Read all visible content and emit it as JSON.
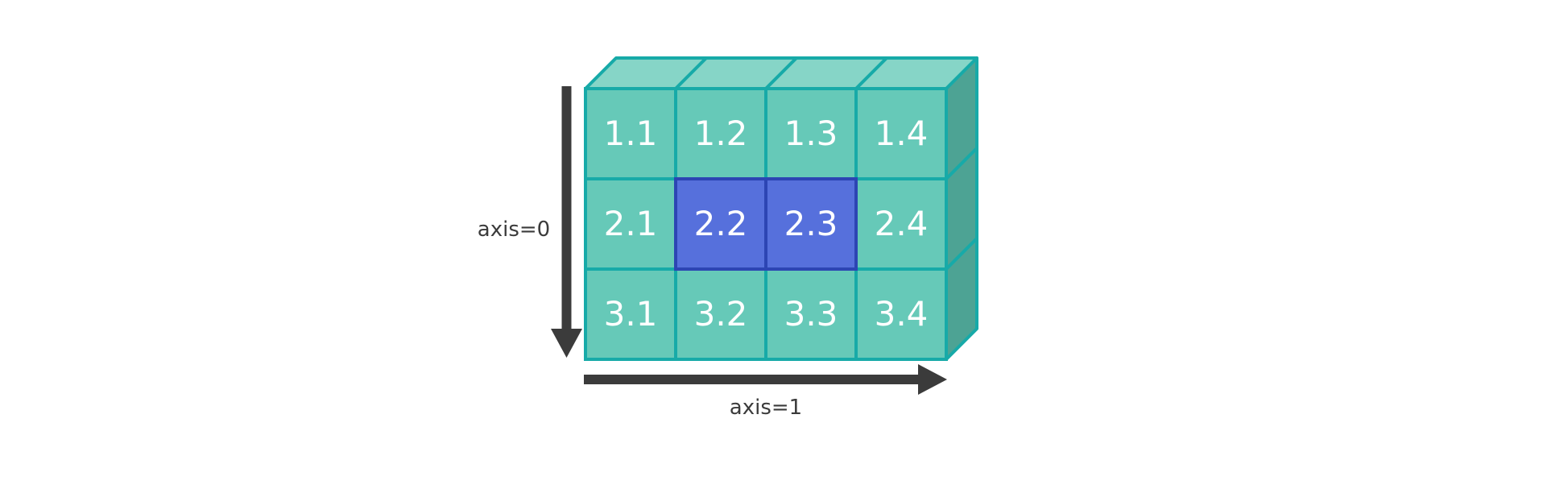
{
  "diagram": {
    "cells": [
      [
        "1.1",
        "1.2",
        "1.3",
        "1.4"
      ],
      [
        "2.1",
        "2.2",
        "2.3",
        "2.4"
      ],
      [
        "3.1",
        "3.2",
        "3.3",
        "3.4"
      ]
    ],
    "highlighted": [
      [
        1,
        1
      ],
      [
        1,
        2
      ]
    ],
    "axis0_label": "axis=0",
    "axis1_label": "axis=1"
  },
  "colors": {
    "cell_fill": "#66c9b8",
    "top_face_fill": "#86d5c7",
    "side_face_fill": "#4da394",
    "cell_border": "#17aaa8",
    "highlight_fill": "#5670dc",
    "highlight_border": "#2c45b3",
    "cell_text": "#ffffff",
    "arrow": "#3b3b3b",
    "axis_text": "#3b3b3b"
  }
}
